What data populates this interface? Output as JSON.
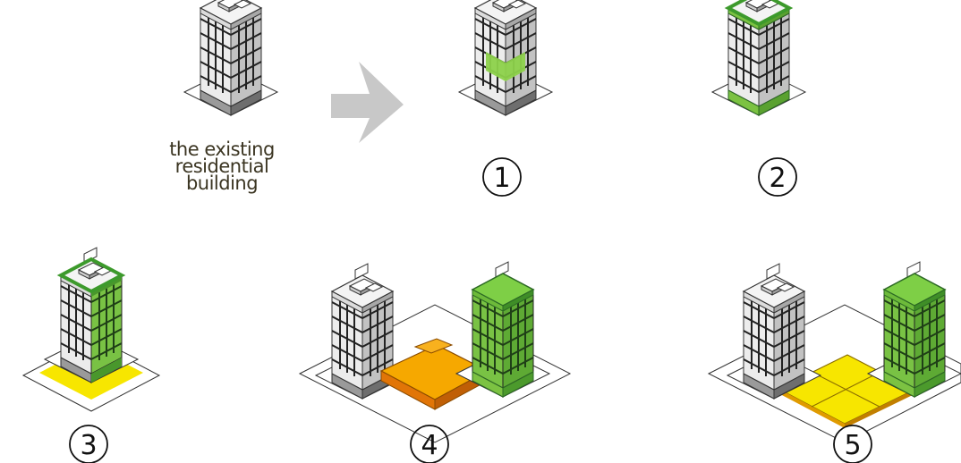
{
  "caption": {
    "line1": "the existing",
    "line2": "residential",
    "line3": "building"
  },
  "steps": [
    {
      "label": "1",
      "highlight": "facade-center"
    },
    {
      "label": "2",
      "highlight": "roof-and-base"
    },
    {
      "label": "3",
      "highlight": "full-facade-and-plaza"
    },
    {
      "label": "4",
      "highlight": "podium-link"
    },
    {
      "label": "5",
      "highlight": "shared-plaza"
    }
  ],
  "colors": {
    "building_face_light": "#eaeaea",
    "building_face_dark": "#b9b9b9",
    "window_grid": "#222222",
    "green_light": "#8dd24b",
    "green_dark": "#2f8f2f",
    "plaza_yellow": "#f7e600",
    "podium_orange": "#e07a10",
    "arrow_grey": "#c8c8c8"
  }
}
